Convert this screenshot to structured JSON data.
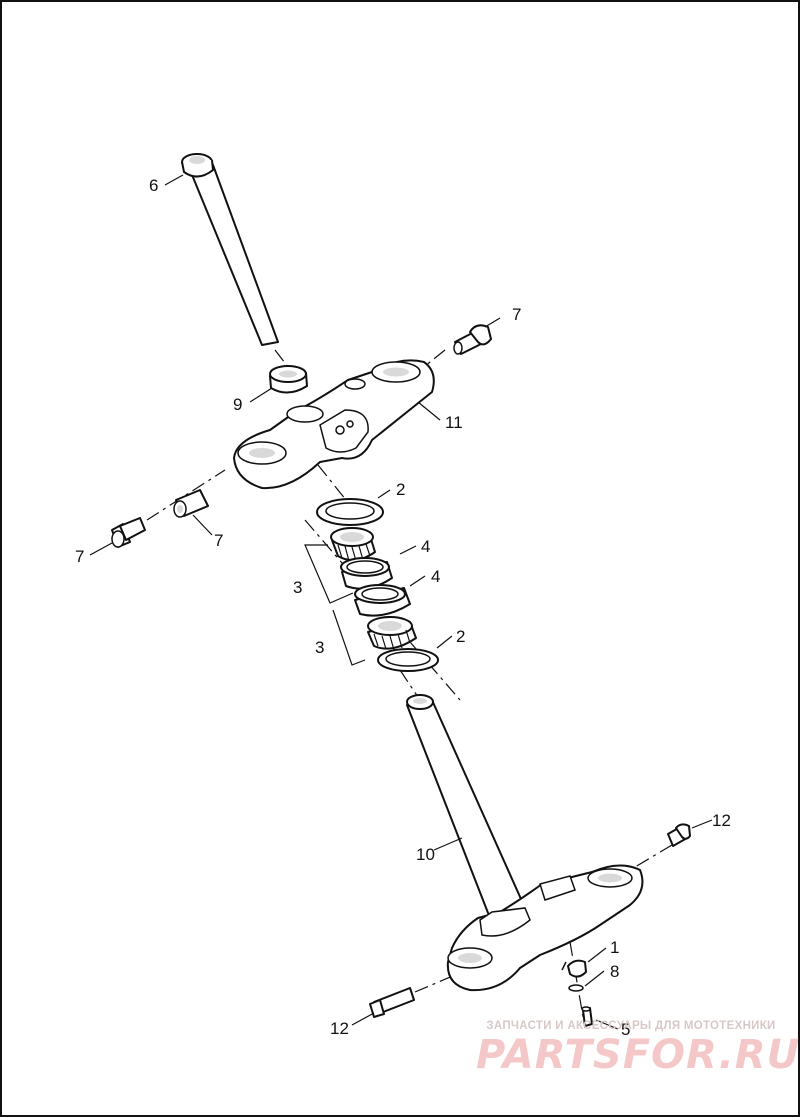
{
  "diagram": {
    "callouts": [
      "6",
      "7",
      "9",
      "11",
      "7",
      "7",
      "2",
      "4",
      "3",
      "4",
      "3",
      "2",
      "10",
      "12",
      "1",
      "8",
      "5",
      "12"
    ]
  },
  "watermark": {
    "tagline": "ЗАПЧАСТИ И АКСЕССУАРЫ ДЛЯ МОТОТЕХНИКИ",
    "logo": "PARTSFOR.RU"
  },
  "colors": {
    "line": "#111111",
    "watermark_red": "#f4c8c8",
    "watermark_gray": "#d8c8c8"
  }
}
